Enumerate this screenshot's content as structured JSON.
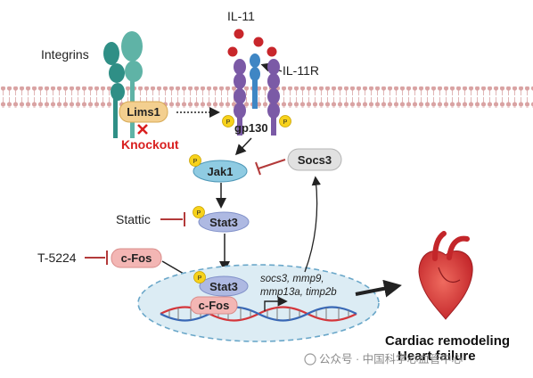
{
  "labels": {
    "il11": "IL-11",
    "il11r": "IL-11R",
    "integrins": "Integrins",
    "lims1": "Lims1",
    "knockout": "Knockout",
    "gp130": "gp130",
    "p": "P",
    "socs3": "Socs3",
    "jak1": "Jak1",
    "stattic": "Stattic",
    "stat3": "Stat3",
    "t5224": "T-5224",
    "cfos": "c-Fos",
    "genes_line1": "socs3, mmp9,",
    "genes_line2": "mmp13a, timp2b",
    "outcome_line1": "Cardiac remodeling",
    "outcome_line2": "Heart failure",
    "watermark": "公众号 · 中国科学心血管中心"
  },
  "colors": {
    "receptor": "#7b5aa6",
    "il11r": "#3f86c4",
    "integrin": "#2f8f86",
    "lims1": "#f3cf8f",
    "phospho": "#f7d21b",
    "jak": "#8fcbe2",
    "stat": "#aeb9e2",
    "cfos": "#f3b6b4",
    "socs": "#e1e1e1",
    "ligand": "#c8262b",
    "inhibitor": "#b33a3a",
    "membrane": "#d9a3a3",
    "nucleus": "#dcecf4",
    "heart": "#d83a34"
  }
}
